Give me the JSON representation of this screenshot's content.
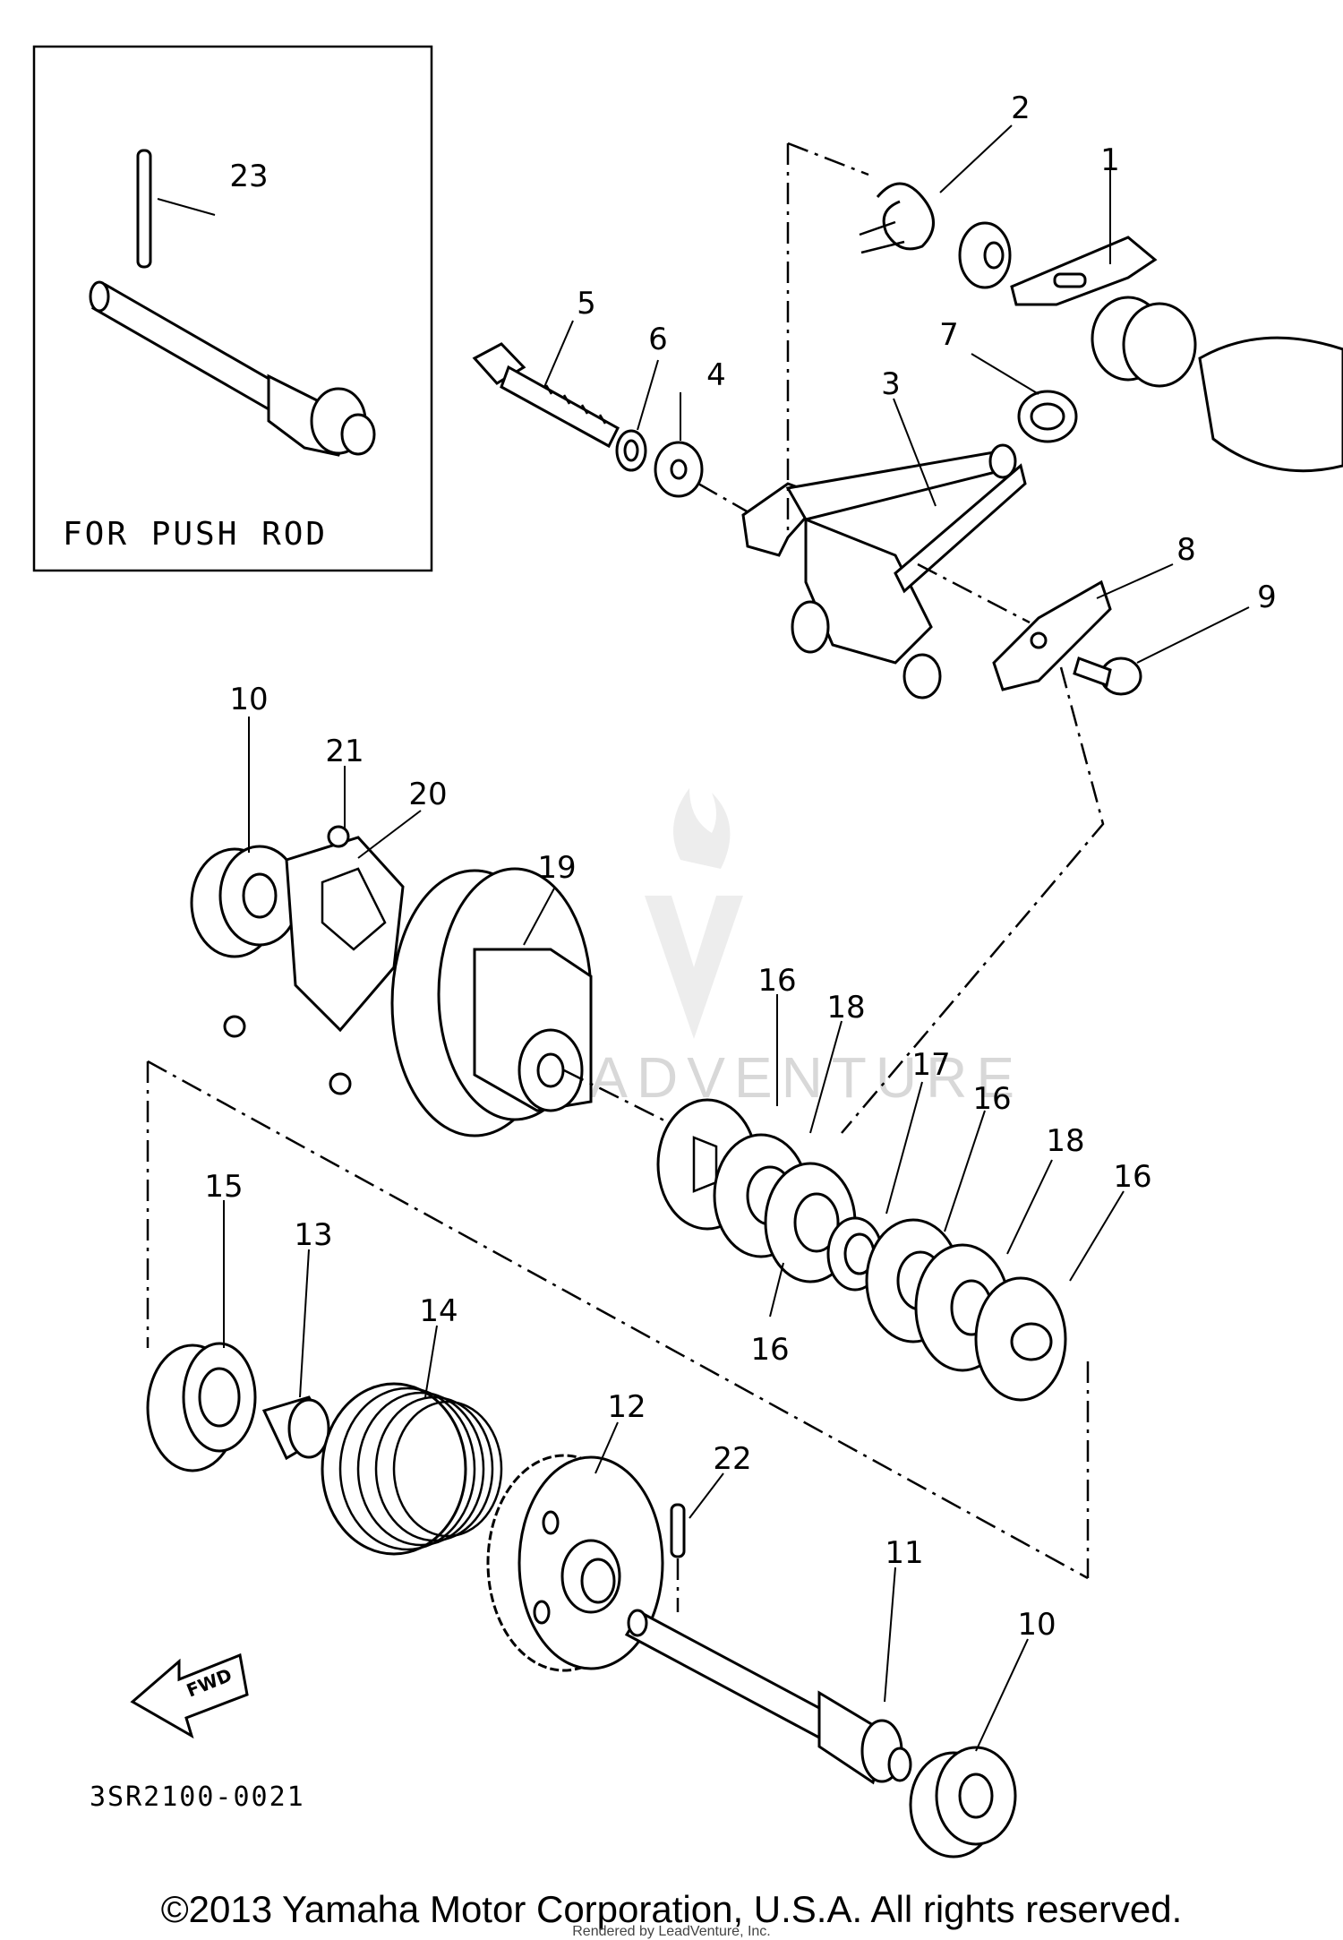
{
  "inset": {
    "label": "FOR  PUSH ROD"
  },
  "callouts": {
    "c1": "1",
    "c2": "2",
    "c3": "3",
    "c4": "4",
    "c5": "5",
    "c6": "6",
    "c7": "7",
    "c8": "8",
    "c9": "9",
    "c10a": "10",
    "c10b": "10",
    "c11": "11",
    "c12": "12",
    "c13": "13",
    "c14": "14",
    "c15": "15",
    "c16a": "16",
    "c16b": "16",
    "c16c": "16",
    "c16d": "16",
    "c17": "17",
    "c18a": "18",
    "c18b": "18",
    "c19": "19",
    "c20": "20",
    "c21": "21",
    "c22": "22",
    "c23": "23"
  },
  "fwd_label": "FWD",
  "diagram_code": "3SR2100-0021",
  "watermark": "LEADVENTURE",
  "copyright": "©2013 Yamaha Motor Corporation, U.S.A. All rights reserved.",
  "rendered_by": "Rendered by LeadVenture, Inc."
}
